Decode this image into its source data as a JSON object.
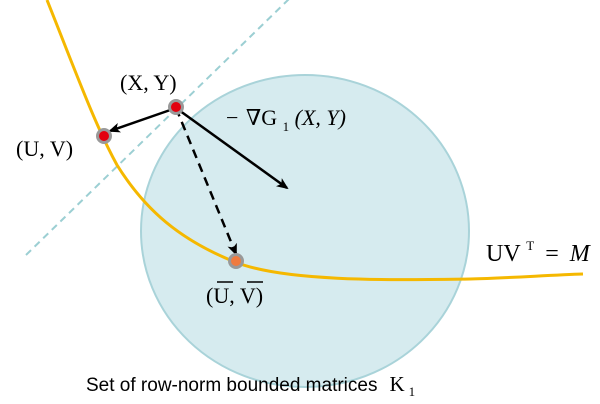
{
  "colors": {
    "set_fill": "#d6ebef",
    "set_stroke": "#a9d3d9",
    "curve": "#f5b800",
    "tangent": "#9ccfd3",
    "arrow": "#000000",
    "point_red": "#e3000f",
    "point_gray": "#999999",
    "point_orange": "#f07b3f"
  },
  "labels": {
    "xy_point": "(X, Y)",
    "uv_point": "(U, V)",
    "gradient_sign": "−",
    "gradient_nabla": "∇G",
    "gradient_sub": "1",
    "gradient_args": "(X, Y)",
    "projected_point": "(U, V)",
    "constraint_lhs": "UV",
    "constraint_sup": "T",
    "constraint_eq": "=",
    "constraint_rhs": "M",
    "caption": "Set of row-norm bounded matrices",
    "caption_symbol": "K",
    "caption_sub": "1"
  }
}
